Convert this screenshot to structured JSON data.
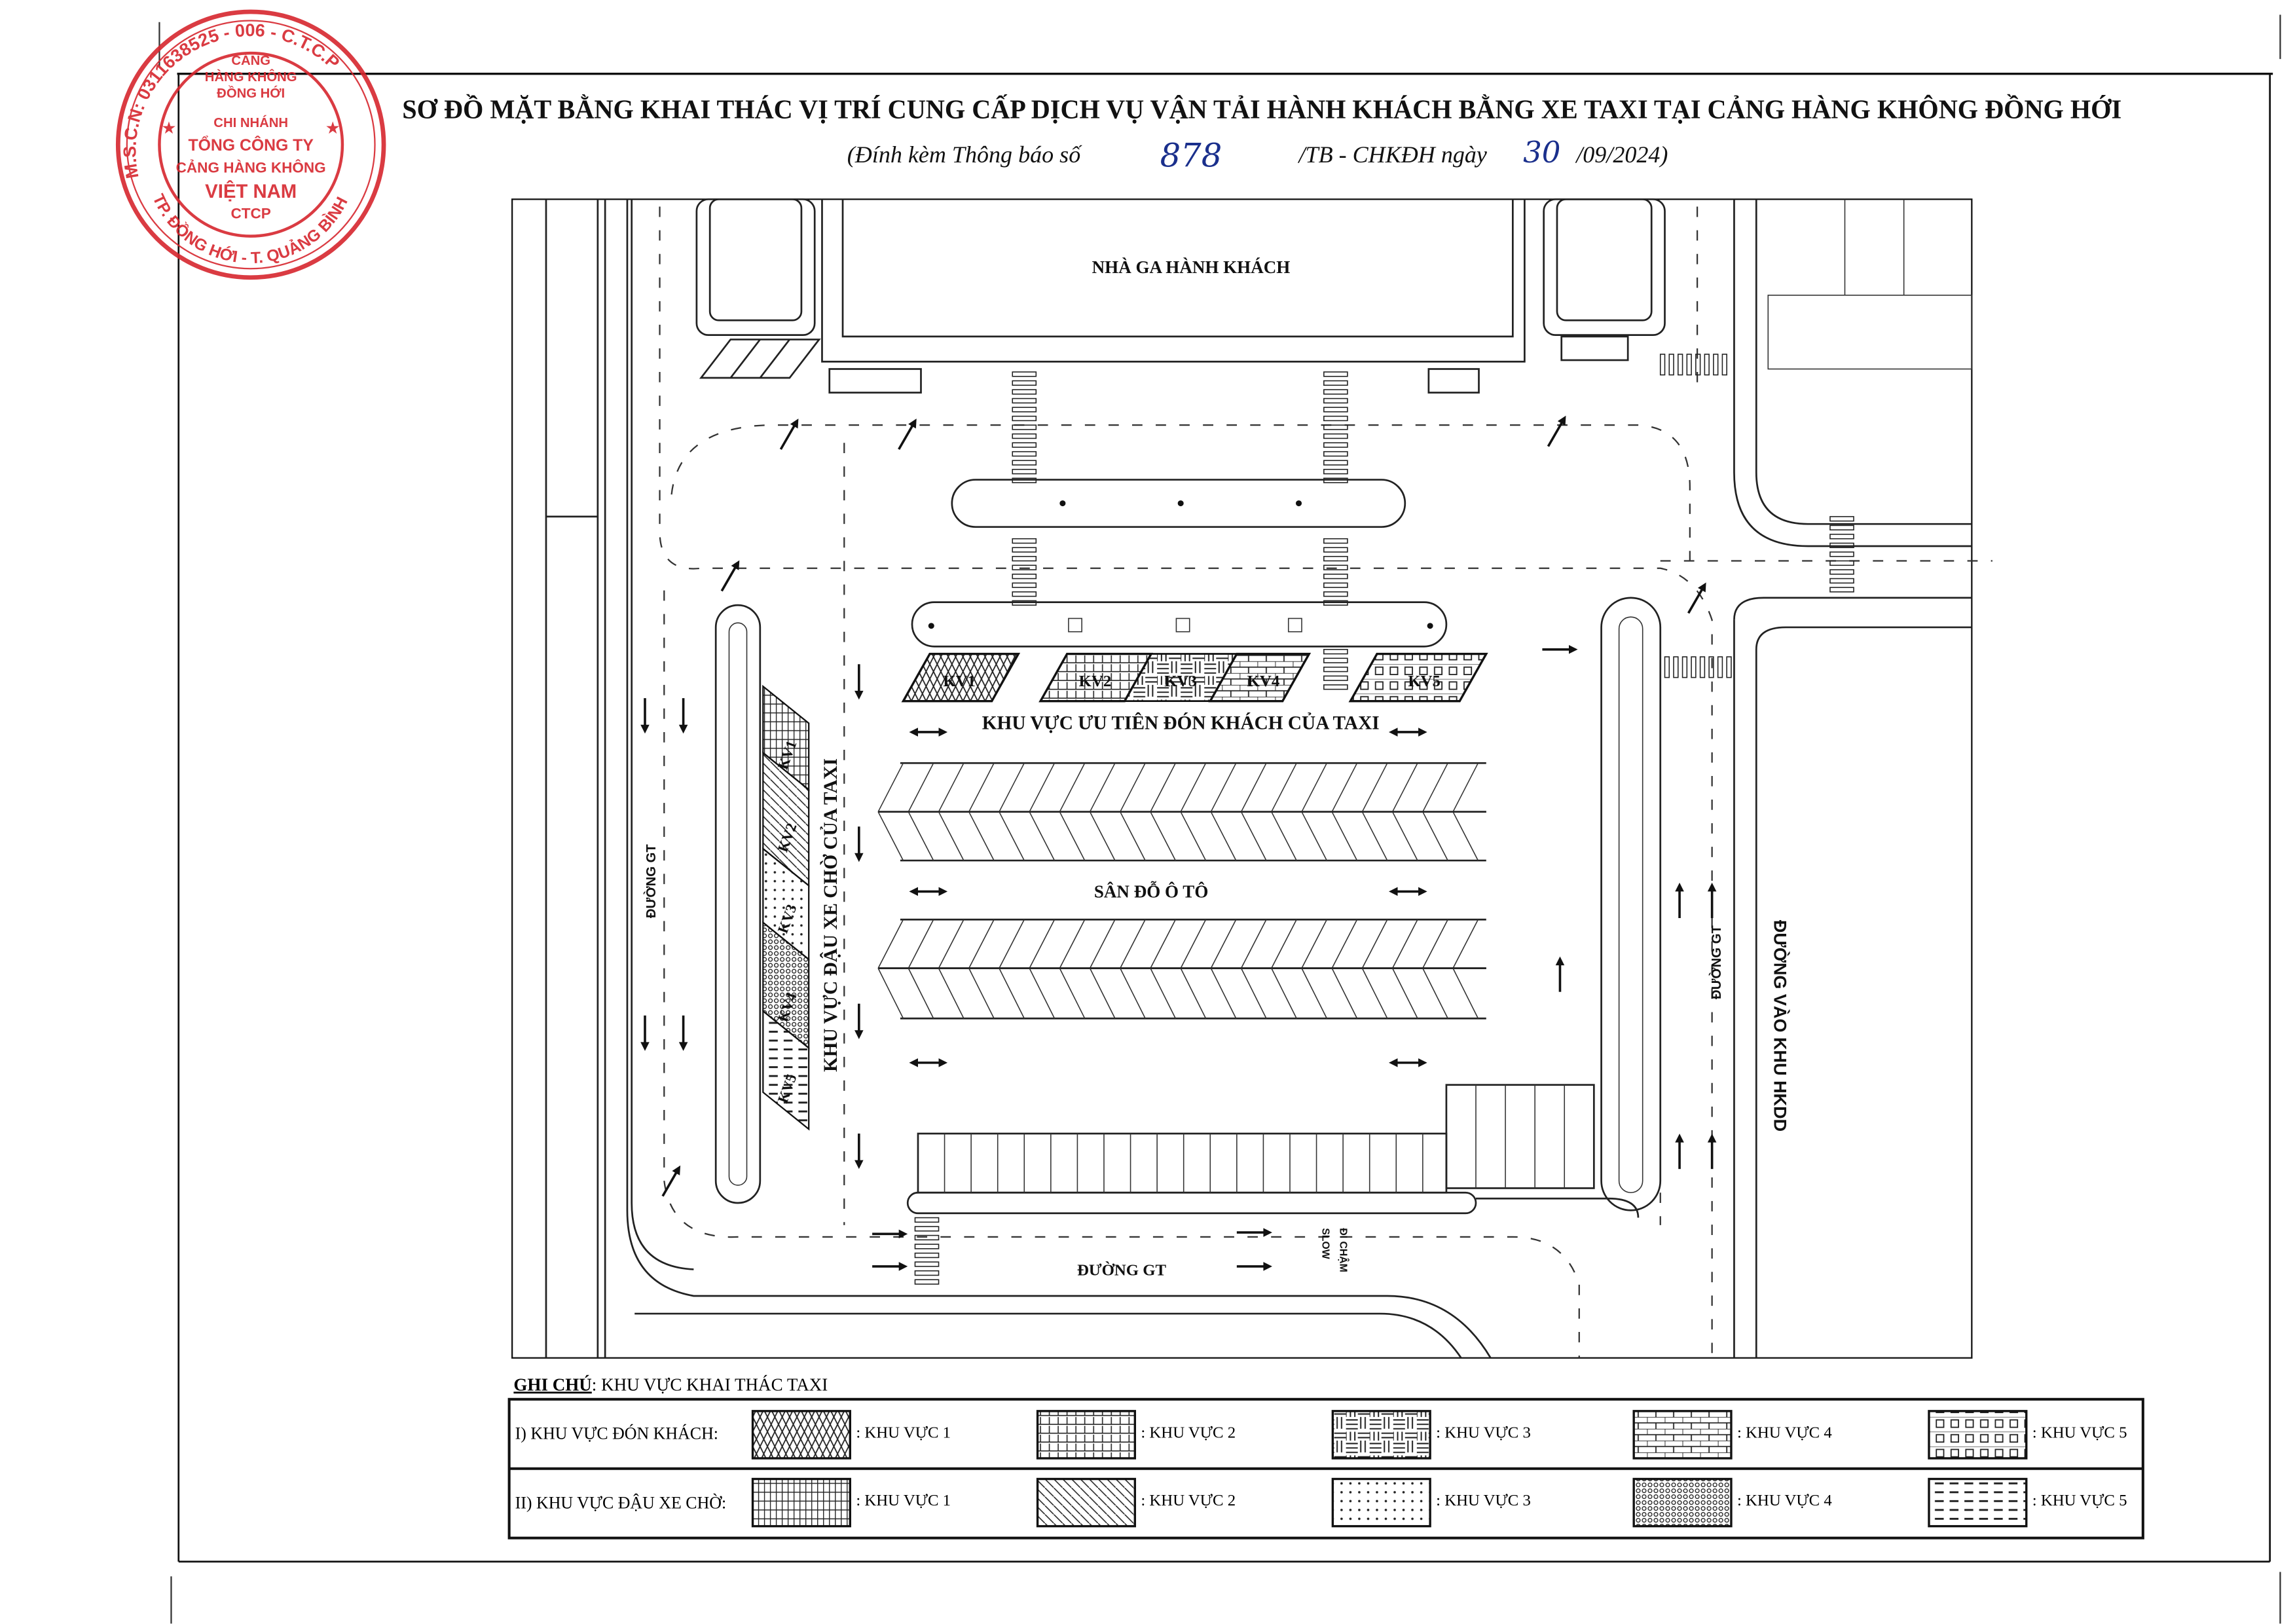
{
  "header": {
    "title": "SƠ ĐỒ MẶT BẰNG KHAI THÁC VỊ TRÍ CUNG CẤP DỊCH VỤ VẬN TẢI HÀNH KHÁCH BẰNG XE TAXI  TẠI CẢNG HÀNG KHÔNG ĐỒNG HỚI",
    "subtitle_prefix": "(Đính kèm Thông báo số",
    "notice_number": "878",
    "subtitle_middle": "/TB - CHKĐH ngày",
    "day": "30",
    "subtitle_suffix": "/09/2024)"
  },
  "stamp": {
    "ring_top": "M.S.C.N: 0311638525 - 006 - C.T.C.P",
    "ring_bottom": "TP. ĐỒNG HỚI - T. QUẢNG BÌNH",
    "line1": "CẢNG",
    "line2": "HÀNG KHÔNG",
    "line3": "ĐỒNG HỚI",
    "line4": "CHI NHÁNH",
    "line5": "TỔNG CÔNG TY",
    "line6": "CẢNG HÀNG KHÔNG",
    "line7": "VIỆT NAM",
    "line8": "CTCP",
    "color": "#d7262e"
  },
  "map": {
    "terminal": "NHÀ GA HÀNH KHÁCH",
    "priority_zone": "KHU VỰC ƯU TIÊN ĐÓN KHÁCH CỦA TAXI",
    "car_park": "SÂN ĐỖ Ô TÔ",
    "waiting_zone": "KHU VỰC ĐẬU XE CHỜ CỦA TAXI",
    "road_left": "ĐƯỜNG GT",
    "road_right": "ĐƯỜNG GT",
    "road_bottom": "ĐƯỜNG GT",
    "access_road": "ĐƯỜNG VÀO KHU HKDD",
    "slow_vn": "ĐI CHẬM",
    "slow_en": "SLOW",
    "pickup_labels": [
      "KV1",
      "KV2",
      "KV3",
      "KV4",
      "KV5"
    ],
    "waiting_labels": [
      "KV1",
      "KV2",
      "KV3",
      "KV4",
      "KV5"
    ]
  },
  "legend": {
    "title_prefix": "GHI CHÚ",
    "title_rest": ": KHU VỰC KHAI THÁC TAXI",
    "pickup_row": "I) KHU VỰC ĐÓN KHÁCH:",
    "waiting_row": "II) KHU VỰC ĐẬU XE CHỜ:",
    "pickup_items": [
      ": KHU VỰC 1",
      ": KHU VỰC 2",
      ": KHU VỰC 3",
      ": KHU VỰC 4",
      ": KHU VỰC 5"
    ],
    "waiting_items": [
      ": KHU VỰC 1",
      ": KHU VỰC 2",
      ": KHU VỰC 3",
      ": KHU VỰC 4",
      ": KHU VỰC 5"
    ]
  }
}
